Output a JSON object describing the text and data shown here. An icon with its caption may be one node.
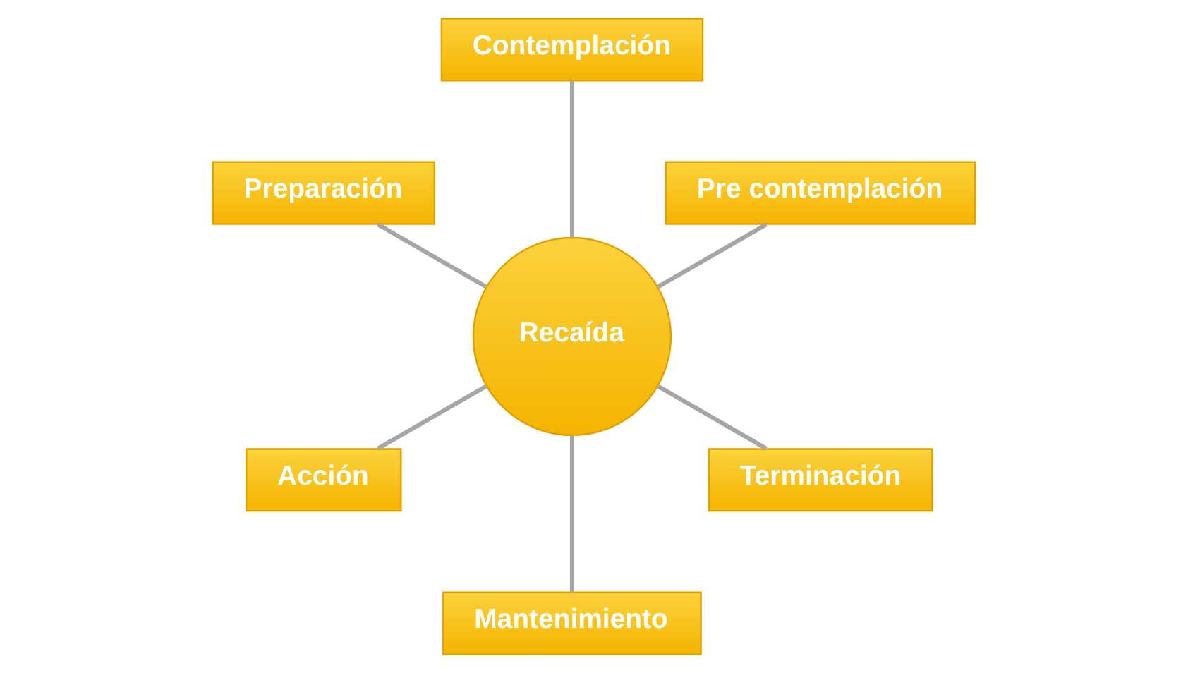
{
  "diagram": {
    "nodes": [
      {
        "text": [
          "Pre contemplación"
        ]
      },
      {
        "text": [
          "Contemplación"
        ]
      },
      {
        "text": [
          "Preparación"
        ]
      },
      {
        "text": [
          "Acción"
        ]
      },
      {
        "text": [
          "Mantenimiento"
        ]
      },
      {
        "text": [
          "Terminación"
        ]
      },
      {
        "text": [
          "Recaída"
        ]
      }
    ],
    "edges": [
      {
        "from": 6,
        "to": 0,
        "arrow": "none"
      },
      {
        "from": 6,
        "to": 1,
        "arrow": "none"
      },
      {
        "from": 6,
        "to": 2,
        "arrow": "none"
      },
      {
        "from": 6,
        "to": 3,
        "arrow": "none"
      },
      {
        "from": 6,
        "to": 4,
        "arrow": "none"
      },
      {
        "from": 6,
        "to": 5,
        "arrow": "none"
      }
    ]
  }
}
